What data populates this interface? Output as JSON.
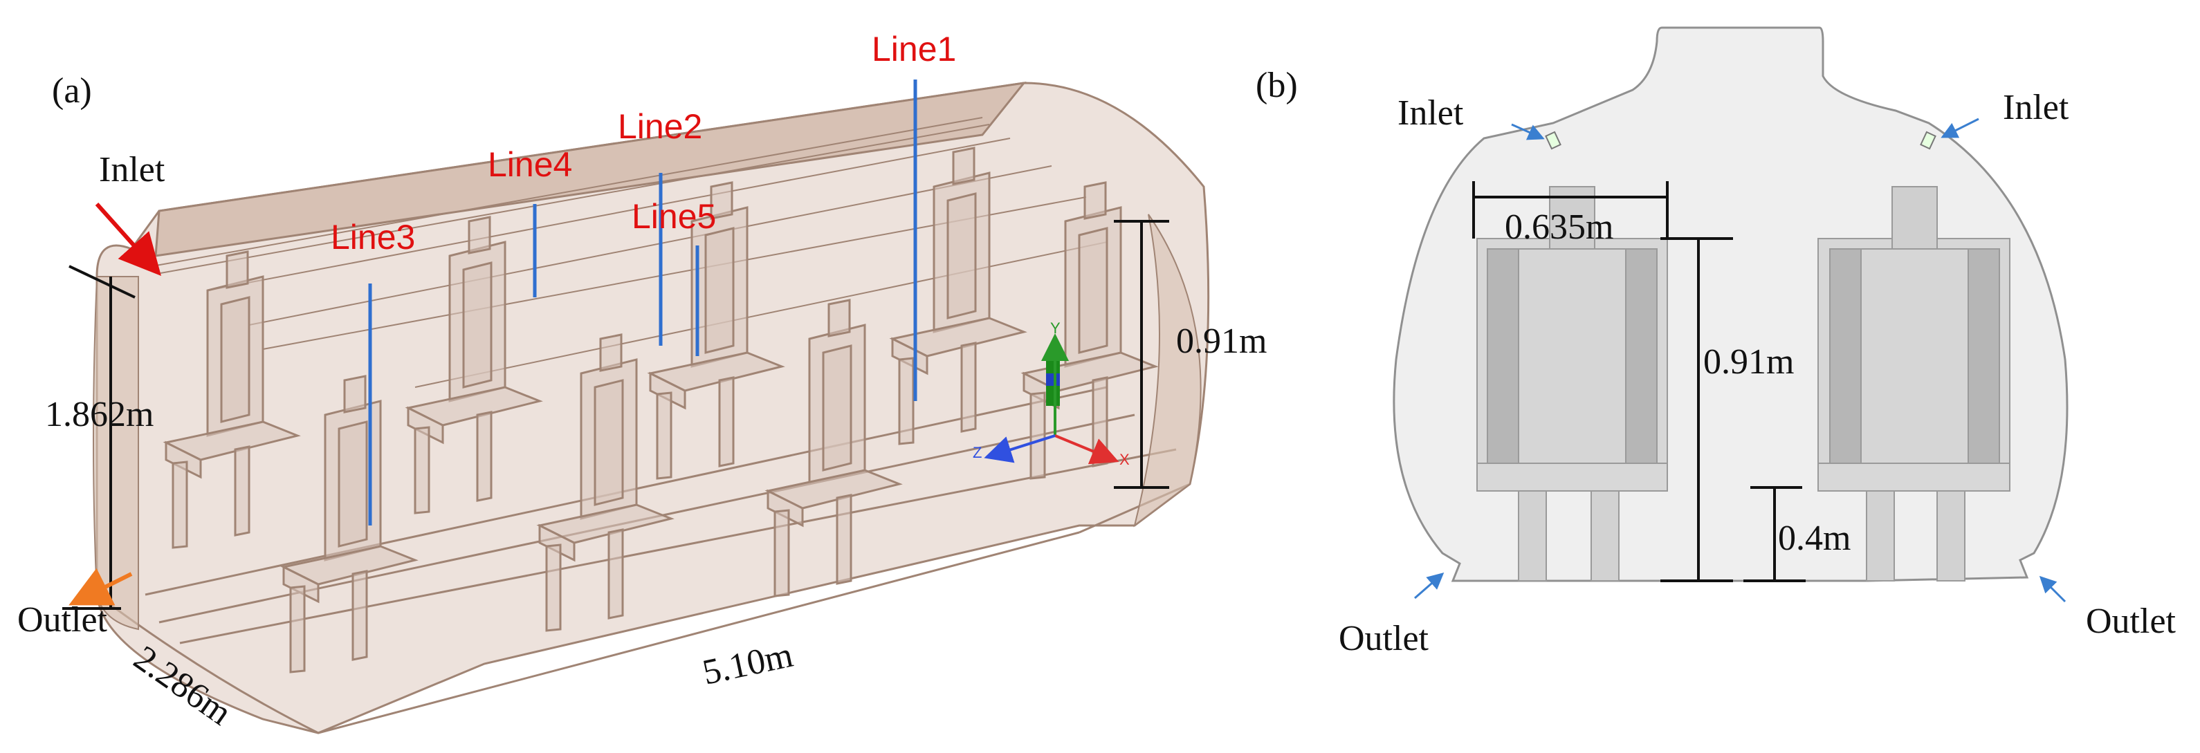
{
  "panel_a": {
    "label": "(a)",
    "inlet": "Inlet",
    "outlet": "Outlet",
    "dim_height": "1.862m",
    "dim_seat_height": "0.91m",
    "dim_width": "2.286m",
    "dim_length": "5.10m",
    "lines": [
      "Line1",
      "Line2",
      "Line3",
      "Line4",
      "Line5"
    ],
    "axes": {
      "x": "X",
      "y": "Y",
      "z": "Z"
    }
  },
  "panel_b": {
    "label": "(b)",
    "inlet_left": "Inlet",
    "inlet_right": "Inlet",
    "outlet_left": "Outlet",
    "outlet_right": "Outlet",
    "dim_seat_width": "0.635m",
    "dim_seat_height": "0.91m",
    "dim_leg_height": "0.4m"
  },
  "colors": {
    "cabin_fill": "#d9c7bd",
    "cabin_stroke": "#a08474",
    "probe_line": "#2f6fcf",
    "line_label": "#e01010",
    "inlet_arrow": "#e01010",
    "outlet_arrow": "#f07a22",
    "section_fill": "#efefef",
    "seat_fill": "#d2d2d2",
    "seat_dark": "#b3b3b3"
  }
}
